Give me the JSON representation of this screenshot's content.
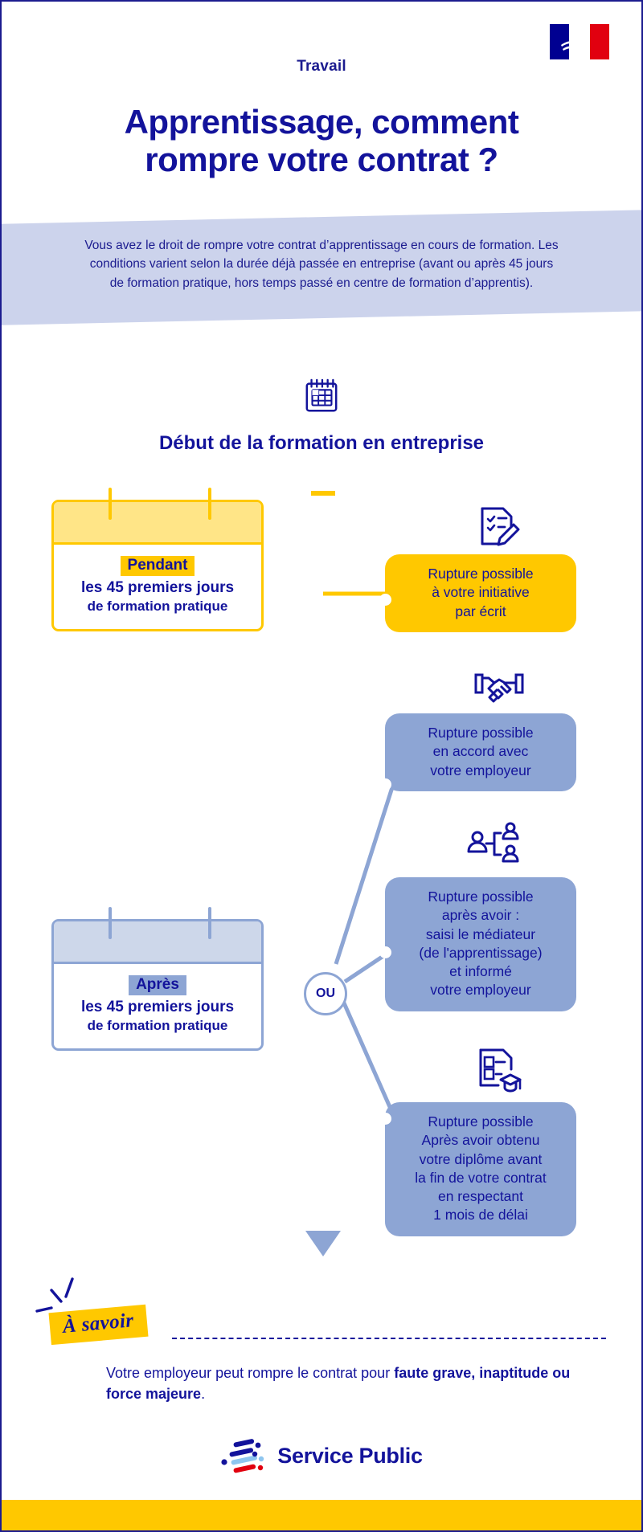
{
  "page": {
    "accent_yellow": "#ffc800",
    "accent_navy": "#13139b",
    "accent_blue": "#8da5d4",
    "band_blue": "#ccd3ec"
  },
  "header": {
    "kicker": "Travail",
    "title_line1": "Apprentissage, comment",
    "title_line2": "rompre votre contrat ?",
    "flag_icon": "french-republic-marianne-flag"
  },
  "intro": {
    "text": "Vous avez le droit de rompre votre contrat d’apprentissage en cours de formation. Les conditions varient selon la durée déjà passée en entreprise (avant ou après 45 jours de formation pratique, hors temps passé en centre de formation d’apprentis)."
  },
  "section": {
    "icon": "calendar-icon",
    "title": "Début de la formation en entreprise"
  },
  "timeline": {
    "branch_node_label": "OU",
    "cards": [
      {
        "id": "pendant",
        "tag": "Pendant",
        "line1": "les 45 premiers jours",
        "line2": "de formation pratique",
        "color": "#ffc800"
      },
      {
        "id": "apres",
        "tag": "Après",
        "line1": "les 45 premiers jours",
        "line2": "de formation pratique",
        "color": "#8da5d4"
      }
    ],
    "options": [
      {
        "id": "initiative",
        "icon": "document-checklist-pen-icon",
        "variant": "yellow",
        "text": "Rupture possible\nà votre initiative\npar écrit"
      },
      {
        "id": "accord",
        "icon": "handshake-icon",
        "variant": "blue",
        "text": "Rupture possible\nen accord avec\nvotre employeur"
      },
      {
        "id": "mediateur",
        "icon": "mediation-people-icon",
        "variant": "blue",
        "text": "Rupture possible\naprès avoir :\nsaisi le médiateur\n(de l'apprentissage)\net informé\nvotre employeur"
      },
      {
        "id": "diplome",
        "icon": "diploma-graduation-icon",
        "variant": "blue",
        "text": "Rupture possible\nAprès avoir obtenu\nvotre diplôme avant\nla fin de votre contrat\nen respectant\n1 mois de délai"
      }
    ]
  },
  "note": {
    "badge": "À savoir",
    "sparkle_icon": "sparkle-lines-icon",
    "text_part1": "Votre employeur peut rompre le contrat pour ",
    "text_bold": "faute grave, inaptitude ou force majeure",
    "text_part2": "."
  },
  "footer": {
    "logo_icon": "service-public-bars-logo",
    "logo_text": "Service Public"
  }
}
